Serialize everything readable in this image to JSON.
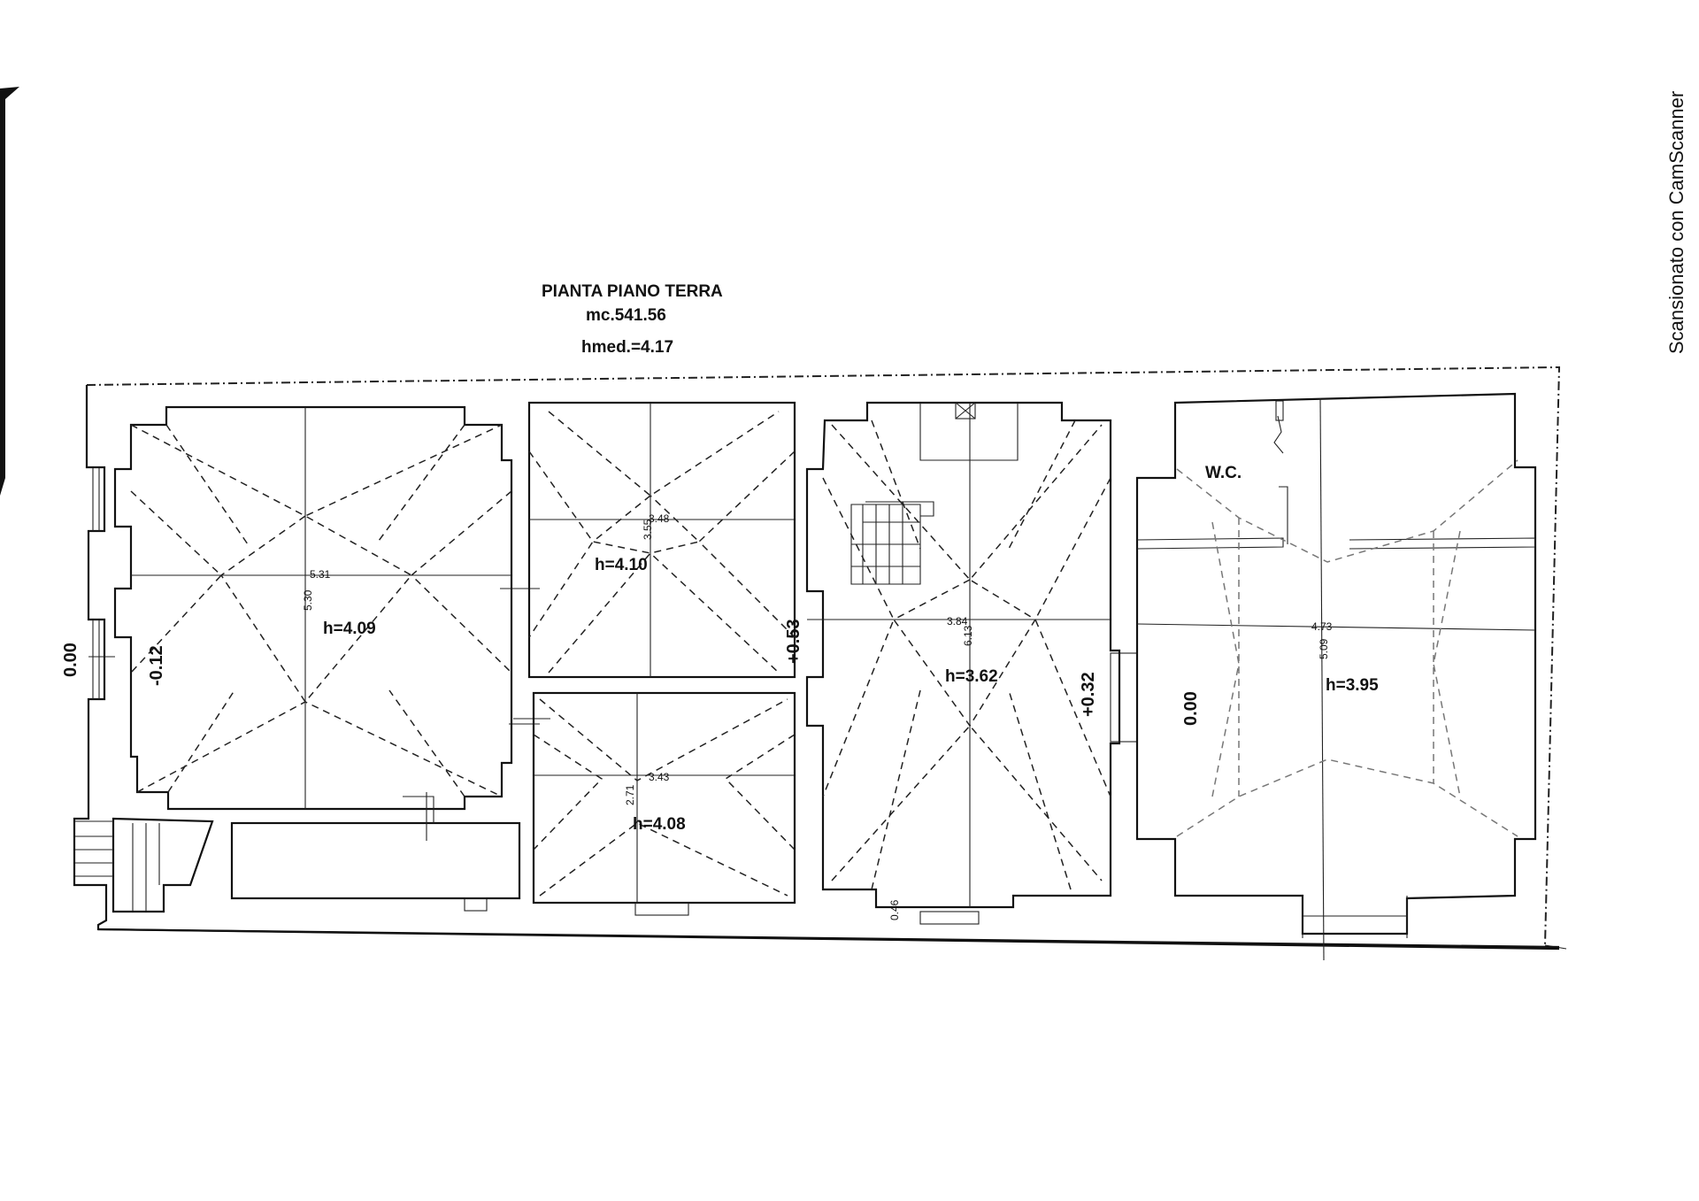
{
  "title": {
    "line1": "PIANTA PIANO TERRA",
    "line2": "mc.541.56",
    "line3": "hmed.=4.17"
  },
  "watermark": "Scansionato con CamScanner",
  "rooms": {
    "room1": {
      "height": "h=4.09",
      "dim_w": "5.31",
      "dim_h": "5.30"
    },
    "room2": {
      "height": "h=4.10",
      "dim_w": "3.48",
      "dim_h": "3.55"
    },
    "room3": {
      "height": "h=4.08",
      "dim_w": "3.43",
      "dim_h": "2.71"
    },
    "room4": {
      "height": "h=3.62",
      "dim_w": "3.84",
      "dim_h": "6.13",
      "door_dim": "0.46"
    },
    "room5": {
      "height": "h=3.95",
      "dim_w": "4.73",
      "dim_h": "5.09",
      "wc_label": "W.C."
    }
  },
  "levels": {
    "entrance_left": "0.00",
    "room1": "-0.12",
    "room2_3": "+0.53",
    "room4": "+0.32",
    "room5": "0.00"
  }
}
